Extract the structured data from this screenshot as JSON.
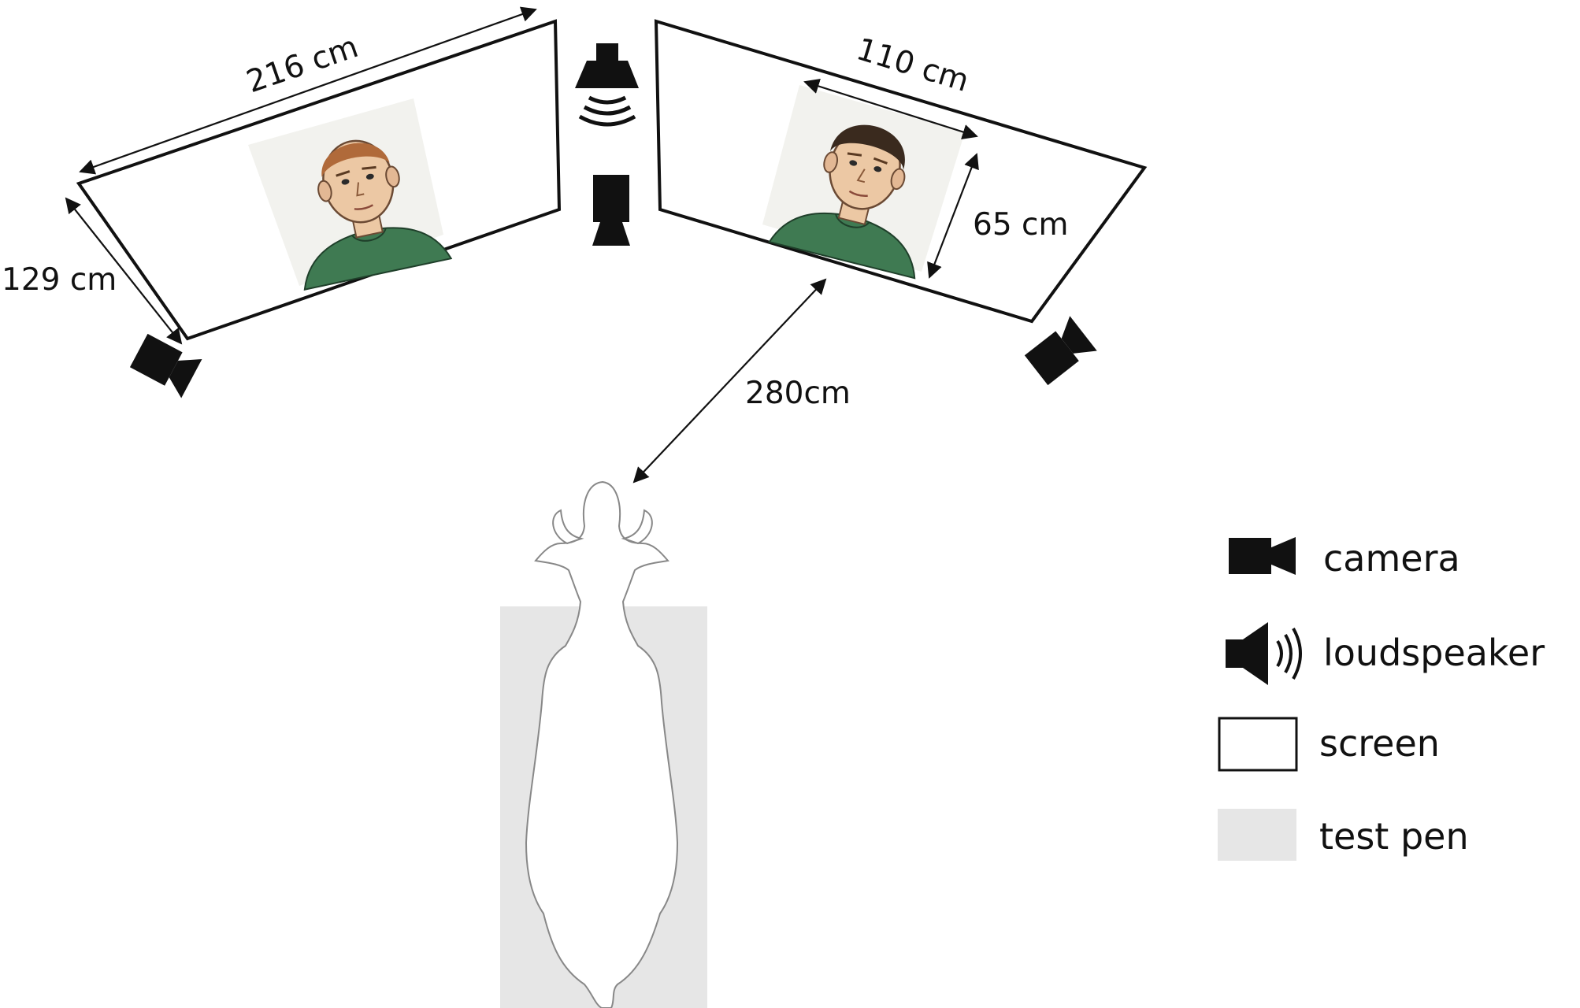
{
  "diagram": {
    "dimensions": {
      "left_screen_width": "216 cm",
      "left_screen_height": "129 cm",
      "image_width": "110 cm",
      "image_height": "65 cm",
      "viewing_distance": "280cm"
    },
    "legend": [
      {
        "icon": "camera-icon",
        "label": "camera"
      },
      {
        "icon": "loudspeaker-icon",
        "label": "loudspeaker"
      },
      {
        "icon": "screen-icon",
        "label": "screen"
      },
      {
        "icon": "test-pen-icon",
        "label": "test pen"
      }
    ],
    "colors": {
      "test_pen": "#e6e6e6",
      "shirt": "#3f7a52",
      "skin": "#ecc8a4",
      "outline": "#111111"
    }
  }
}
